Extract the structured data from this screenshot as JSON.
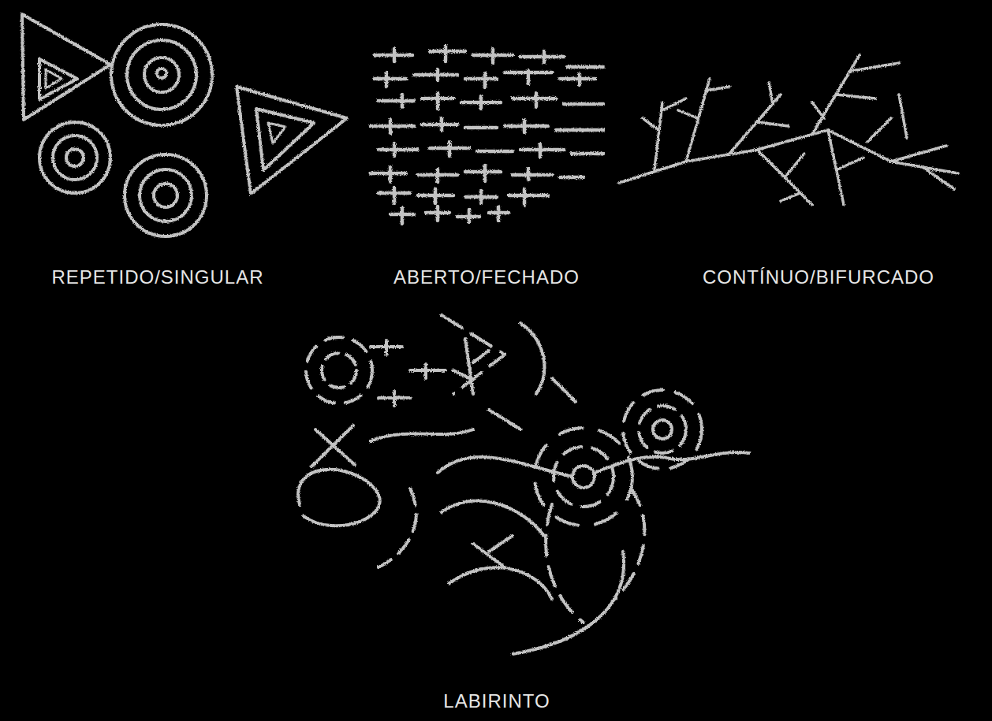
{
  "diagram": {
    "labels": [
      "REPETIDO/SINGULAR",
      "ABERTO/FECHADO",
      "CONTÍNUO/BIFURCADO",
      "LABIRINTO"
    ]
  }
}
